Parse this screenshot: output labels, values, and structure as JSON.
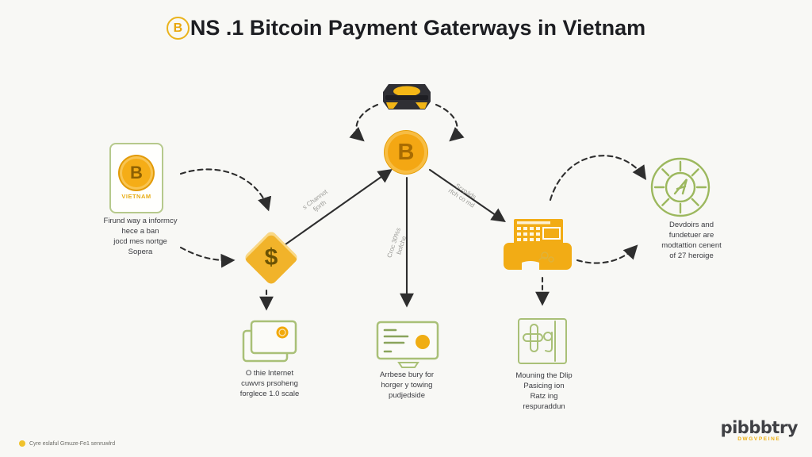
{
  "title": {
    "coin_symbol": "B",
    "text": "NS .1 Bitcoin Payment Gaterways in Vietnam"
  },
  "left_card": {
    "coin_letter": "B",
    "label": "VIETNAM",
    "caption": [
      "Firund way a informcy",
      "hece a ban",
      "jocd mes nortge",
      "Sopera"
    ]
  },
  "bitcoin_hub": {
    "symbol": "B"
  },
  "exchange_diamond": {
    "symbol": "$"
  },
  "flow_labels": {
    "diamond_to_bitcoin": [
      "s Channot",
      "fjorth"
    ],
    "bitcoin_to_checkout": [
      "Croc 30%s",
      "bofche"
    ],
    "bitcoin_to_pos": [
      "Scrpáds",
      "rfch co md"
    ]
  },
  "network_node": {
    "caption": [
      "Devdoirs and",
      "fundetuer are",
      "modtattion cenent",
      "of 27 heroige"
    ]
  },
  "bottom_items": [
    {
      "caption": [
        "O thie Internet",
        "cuwvrs prsoheng",
        "forglece 1.0 scale"
      ]
    },
    {
      "caption": [
        "Arrbese bury for",
        "horger y towing",
        "pudjedside"
      ]
    },
    {
      "caption": [
        "Mouning the Dlip",
        "Pasicing ion",
        "Ratz ing",
        "respuraddun"
      ]
    }
  ],
  "footer": {
    "note": "Cyre eslaful Gmuze-Fe1 senruwlrd",
    "brand": "pibbbtry",
    "brand_sub": "DWGVPEINE"
  },
  "colors": {
    "bitcoin_orange": "#f2a90a",
    "accent_yellow": "#f0b428",
    "outline_green": "#a9c077",
    "ink": "#1f2023",
    "arrow": "#2e2e2e"
  }
}
